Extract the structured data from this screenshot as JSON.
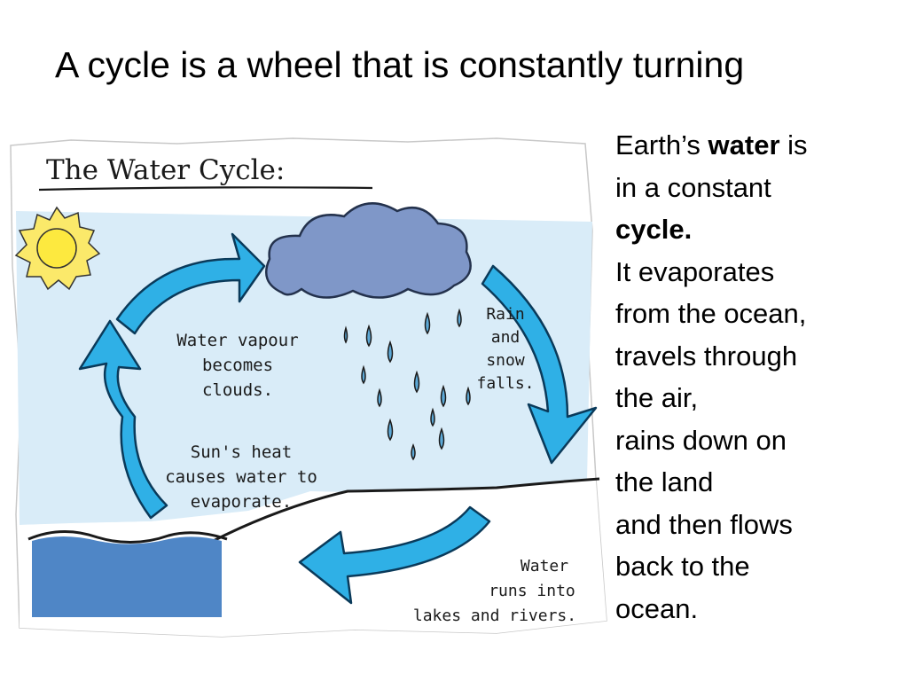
{
  "slide": {
    "title": "A cycle is a wheel that is constantly turning"
  },
  "diagram": {
    "title": "The Water Cycle:",
    "labels": {
      "clouds": [
        "Water vapour",
        "becomes",
        "clouds."
      ],
      "rain": [
        "Rain",
        "and",
        "snow",
        "falls."
      ],
      "evaporate": [
        "Sun's heat",
        "causes water to",
        "evaporate."
      ],
      "runoff": [
        "Water",
        "runs into",
        "lakes and rivers."
      ]
    },
    "icons": [
      "sun-icon",
      "cloud-icon",
      "raindrop-icon",
      "arrow-icon"
    ],
    "colors": {
      "sky": "#d9ecf8",
      "arrow": "#2fb0e6",
      "arrow_outline": "#0a3a5a",
      "cloud": "#7f97c8",
      "drop": "#5ca8d6",
      "water": "#4f86c6",
      "sun": "#fbe96a"
    }
  },
  "description": {
    "p1_prefix": "Earth’s ",
    "p1_bold": "water",
    "p1_suffix": " is",
    "p2": "in a constant",
    "p3_bold": "cycle.",
    "lines": [
      "It evaporates",
      "from the ocean,",
      "travels through",
      "the air,",
      "rains down on",
      "the land",
      "and then flows",
      "back to the",
      "ocean."
    ]
  }
}
